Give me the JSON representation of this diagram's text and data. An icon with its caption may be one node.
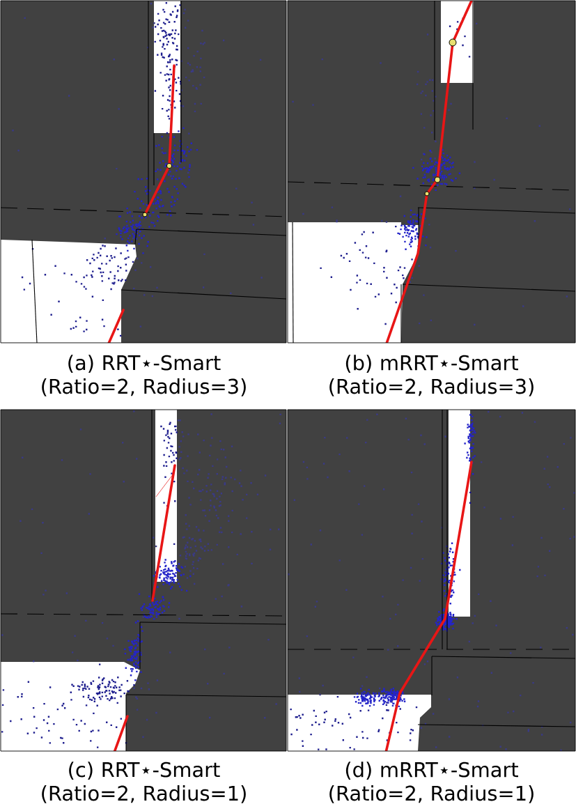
{
  "diagram": {
    "labels": [
      "(a) RRT⋆-Smart (Ratio=2, Radius=3)",
      "(b) mRRT⋆-Smart (Ratio=2, Radius=3)",
      "(c) RRT⋆-Smart (Ratio=2, Radius=1)",
      "(d) mRRT⋆-Smart (Ratio=2, Radius=1)"
    ]
  }
}
